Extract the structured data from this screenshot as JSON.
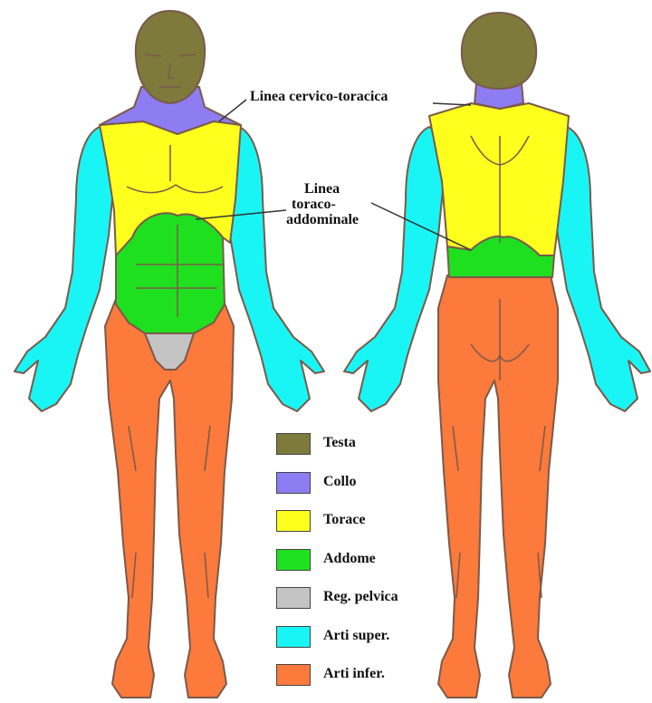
{
  "annotations": {
    "cervico": "Linea cervico-toracica",
    "toraco_1": "Linea",
    "toraco_2": "toraco-",
    "toraco_3": "addominale"
  },
  "colors": {
    "testa": "#7d7a3c",
    "collo": "#8e7cf2",
    "torace": "#ffff1e",
    "addome": "#1fe01f",
    "pelvica": "#c4c4c4",
    "arti_super": "#19f5f5",
    "arti_infer": "#fb7a3c",
    "outline": "#7a5a4a"
  },
  "legend": [
    {
      "label": "Testa",
      "color": "#7d7a3c"
    },
    {
      "label": "Collo",
      "color": "#8e7cf2"
    },
    {
      "label": "Torace",
      "color": "#ffff1e"
    },
    {
      "label": "Addome",
      "color": "#1fe01f"
    },
    {
      "label": "Reg. pelvica",
      "color": "#c4c4c4"
    },
    {
      "label": "Arti super.",
      "color": "#19f5f5"
    },
    {
      "label": "Arti infer.",
      "color": "#fb7a3c"
    }
  ]
}
